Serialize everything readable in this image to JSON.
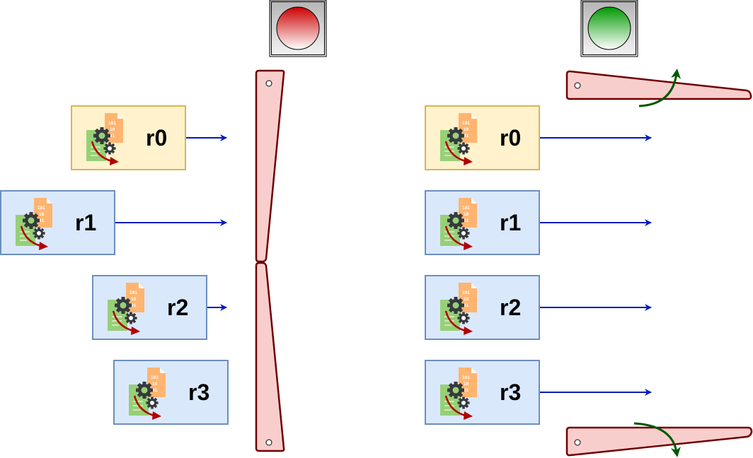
{
  "diagram": {
    "description": "Barrier synchronization: left side closed gate (red light) blocks runners; right side open gate (green light) lets runners pass",
    "colors": {
      "active_box_fill": "#fff2cc",
      "active_box_border": "#d6b656",
      "box_fill": "#dae8fc",
      "box_border": "#6c8ebf",
      "arrow": "#001dbc",
      "gate_fill": "#f8cecc",
      "gate_border": "#6f0000",
      "rotation_arrow": "#005700",
      "light_red": "#cc0000",
      "light_green": "#009900"
    },
    "left_panel": {
      "state": "closed",
      "light": "red",
      "runners": [
        {
          "label": "r0",
          "active": true
        },
        {
          "label": "r1",
          "active": false
        },
        {
          "label": "r2",
          "active": false
        },
        {
          "label": "r3",
          "active": false
        }
      ]
    },
    "right_panel": {
      "state": "open",
      "light": "green",
      "runners": [
        {
          "label": "r0",
          "active": true
        },
        {
          "label": "r1",
          "active": false
        },
        {
          "label": "r2",
          "active": false
        },
        {
          "label": "r3",
          "active": false
        }
      ]
    }
  }
}
